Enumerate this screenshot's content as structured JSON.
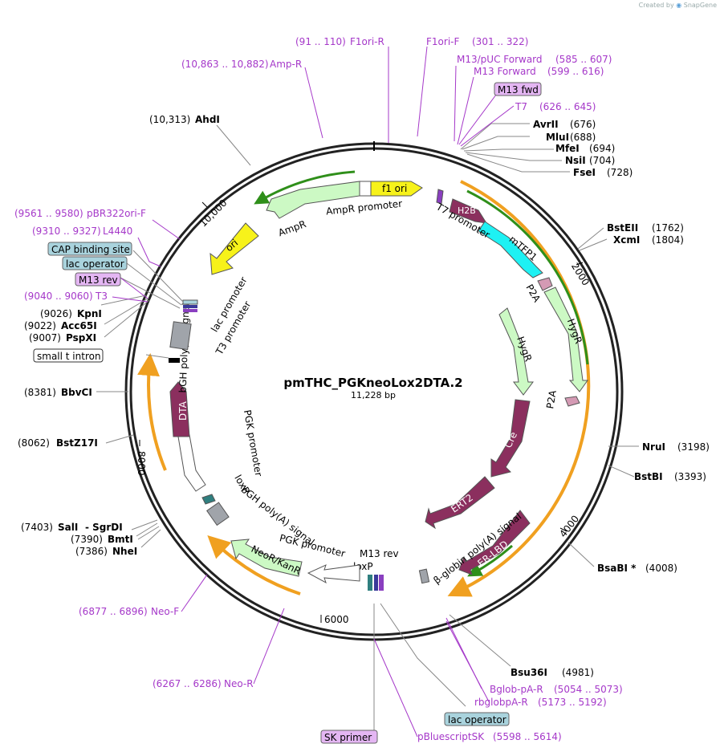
{
  "header": {
    "credit": "Created by",
    "brand": "SnapGene"
  },
  "plasmid": {
    "name": "pmTHC_PGKneoLox2DTA.2",
    "size_label": "11,228 bp"
  },
  "ticks": [
    "2000",
    "4000",
    "6000",
    "8000",
    "10,000"
  ],
  "restriction_sites": [
    {
      "name": "AhdI",
      "pos": "(10,313)"
    },
    {
      "name": "AvrII",
      "pos": "(676)"
    },
    {
      "name": "MluI",
      "pos": "(688)"
    },
    {
      "name": "MfeI",
      "pos": "(694)"
    },
    {
      "name": "NsiI",
      "pos": "(704)"
    },
    {
      "name": "FseI",
      "pos": "(728)"
    },
    {
      "name": "BstEII",
      "pos": "(1762)"
    },
    {
      "name": "XcmI",
      "pos": "(1804)"
    },
    {
      "name": "NruI",
      "pos": "(3198)"
    },
    {
      "name": "BstBI",
      "pos": "(3393)"
    },
    {
      "name": "BsaBI *",
      "pos": "(4008)"
    },
    {
      "name": "Bsu36I",
      "pos": "(4981)"
    },
    {
      "name": "SalI",
      "pos": "(7403)"
    },
    {
      "name": "- SgrDI",
      "pos": ""
    },
    {
      "name": "BmtI",
      "pos": "(7390)"
    },
    {
      "name": "NheI",
      "pos": "(7386)"
    },
    {
      "name": "BstZ17I",
      "pos": "(8062)"
    },
    {
      "name": "BbvCI",
      "pos": "(8381)"
    },
    {
      "name": "KpnI",
      "pos": "(9026)"
    },
    {
      "name": "Acc65I",
      "pos": "(9022)"
    },
    {
      "name": "PspXI",
      "pos": "(9007)"
    }
  ],
  "primers": [
    {
      "range": "(91 .. 110)",
      "name": "F1ori-R"
    },
    {
      "range": "(301 .. 322)",
      "name": "F1ori-F"
    },
    {
      "range": "(10,863 .. 10,882)",
      "name": "Amp-R"
    },
    {
      "range": "(585 .. 607)",
      "name": "M13/pUC Forward"
    },
    {
      "range": "(599 .. 616)",
      "name": "M13 Forward"
    },
    {
      "range": "(626 .. 645)",
      "name": "T7"
    },
    {
      "range": "(9561 .. 9580)",
      "name": "pBR322ori-F"
    },
    {
      "range": "(9310 .. 9327)",
      "name": "L4440"
    },
    {
      "range": "(9040 .. 9060)",
      "name": "T3"
    },
    {
      "range": "(6877 .. 6896)",
      "name": "Neo-F"
    },
    {
      "range": "(6267 .. 6286)",
      "name": "Neo-R"
    },
    {
      "range": "(5054 .. 5073)",
      "name": "Bglob-pA-R"
    },
    {
      "range": "(5173 .. 5192)",
      "name": "rbglobpA-R"
    },
    {
      "range": "(5598 .. 5614)",
      "name": "pBluescriptSK"
    }
  ],
  "boxed_labels": [
    "M13 fwd",
    "CAP binding site",
    "lac operator",
    "M13 rev",
    "small t intron",
    "lac operator",
    "SK primer"
  ],
  "features": {
    "f1ori": "f1 ori",
    "ampr": "AmpR",
    "ampr_promoter": "AmpR promoter",
    "ori": "ori",
    "t7_promoter": "T7 promoter",
    "h2b": "H2B",
    "mtfp1": "mTFP1",
    "p2a_a": "P2A",
    "p2a_b": "P2A",
    "hygr_a": "HygR",
    "hygr_b": "HygR",
    "cre": "Cre",
    "ert2": "ERT2",
    "er_lbd": "ER-LBD",
    "bglobin_pa": "β-globin poly(A) signal",
    "m13_rev": "M13 rev",
    "loxp_a": "loxP",
    "loxp_b": "loxP",
    "pgk_promoter_a": "PGK promoter",
    "pgk_promoter_b": "PGK promoter",
    "neor": "NeoR/KanR",
    "bgh_pa_a": "bGH poly(A) signal",
    "bgh_pa_b": "bGH poly(A) signal",
    "dta": "DTA",
    "lac_promoter": "lac promoter",
    "t3_promoter": "T3 promoter"
  },
  "colors": {
    "primer": "#a538c9",
    "f1ori": "#f7f21a",
    "ampr": "#ccf9c4",
    "cre": "#8b2f5e",
    "mtfp1": "#1ef1f3",
    "orange": "#f0a020",
    "green": "#2f8f1a",
    "boxed_purple": "#e4b6f3",
    "boxed_blue": "#a9d3dd"
  }
}
